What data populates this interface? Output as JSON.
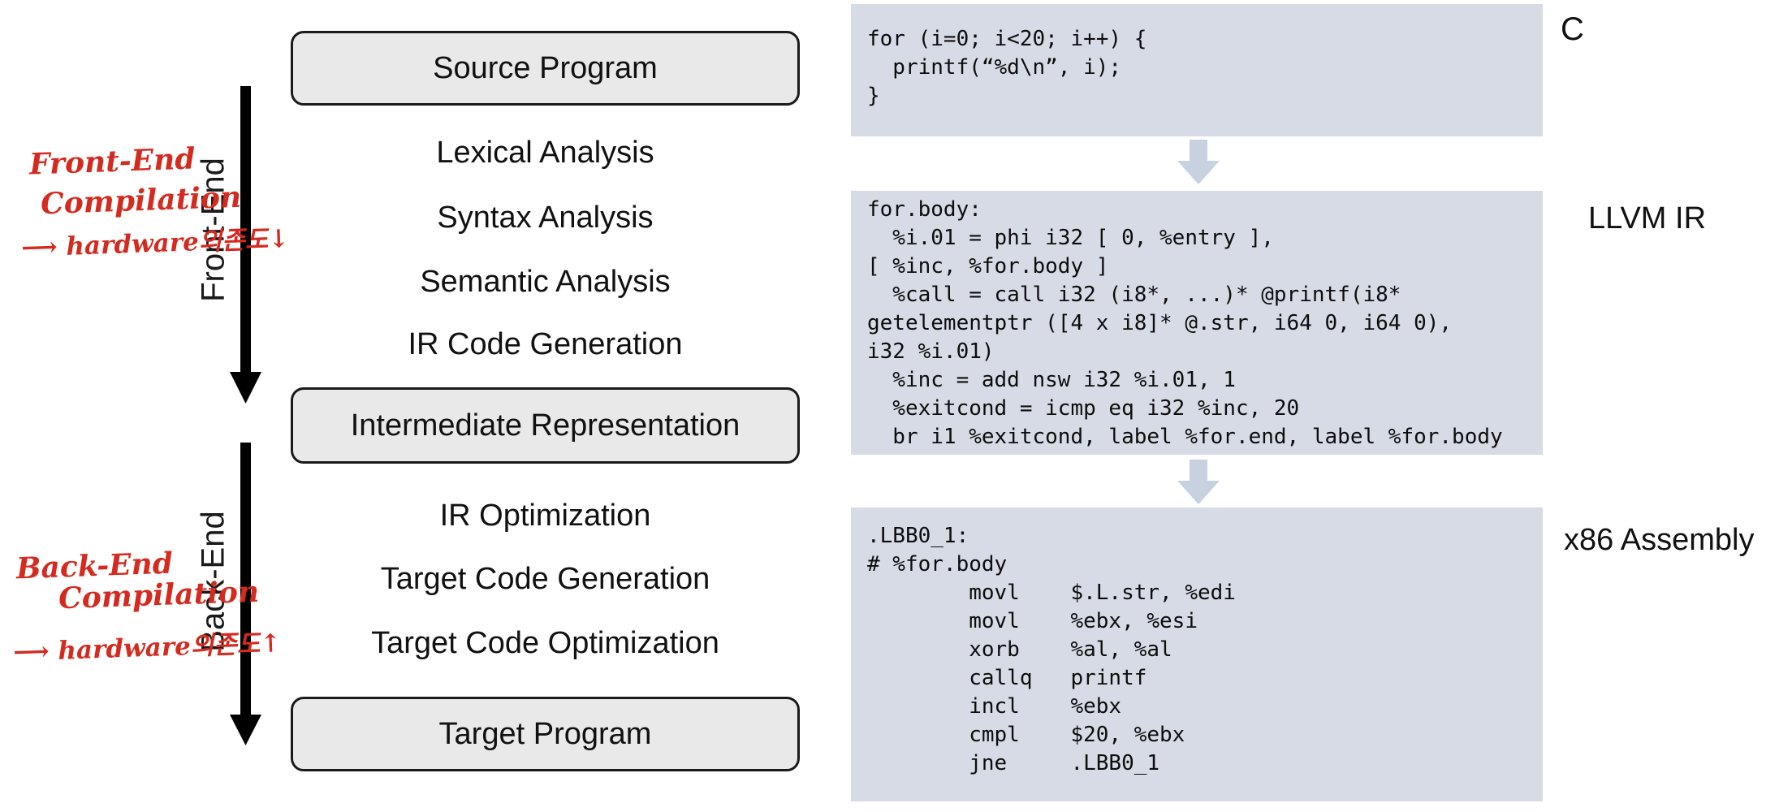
{
  "flowchart": {
    "source_box": "Source Program",
    "intermediate_box": "Intermediate Representation",
    "target_box": "Target Program",
    "front_end_steps": [
      "Lexical Analysis",
      "Syntax Analysis",
      "Semantic Analysis",
      "IR Code Generation"
    ],
    "back_end_steps": [
      "IR Optimization",
      "Target Code Generation",
      "Target Code Optimization"
    ],
    "front_end_label": "Front-End",
    "back_end_label": "Back-End"
  },
  "annotations": {
    "front_end": {
      "line1": "Front-End",
      "line2": "Compilation",
      "line3": "⟶ hardware의존도↓"
    },
    "back_end": {
      "line1": "Back-End",
      "line2": "Compilation",
      "line3": "⟶ hardware의존도↑"
    }
  },
  "code_panels": [
    {
      "label": "C",
      "lines": [
        "for (i=0; i<20; i++) {",
        "  printf(“%d\\n”, i);",
        "}"
      ]
    },
    {
      "label": "LLVM IR",
      "lines": [
        "for.body:",
        "  %i.01 = phi i32 [ 0, %entry ],",
        "[ %inc, %for.body ]",
        "  %call = call i32 (i8*, ...)* @printf(i8*",
        "getelementptr ([4 x i8]* @.str, i64 0, i64 0),",
        "i32 %i.01)",
        "  %inc = add nsw i32 %i.01, 1",
        "  %exitcond = icmp eq i32 %inc, 20",
        "  br i1 %exitcond, label %for.end, label %for.body"
      ]
    },
    {
      "label": "x86 Assembly",
      "lines": [
        ".LBB0_1:",
        "# %for.body",
        "        movl    $.L.str, %edi",
        "        movl    %ebx, %esi",
        "        xorb    %al, %al",
        "        callq   printf",
        "        incl    %ebx",
        "        cmpl    $20, %ebx",
        "        jne     .LBB0_1"
      ]
    }
  ],
  "colors": {
    "panel_background": "#d6dbe5",
    "panel_arrow": "#c8d1e0",
    "flow_box_fill": "#e9e9e9",
    "flow_box_border": "#1a1a1a",
    "annotation_red": "#d42a1f"
  }
}
